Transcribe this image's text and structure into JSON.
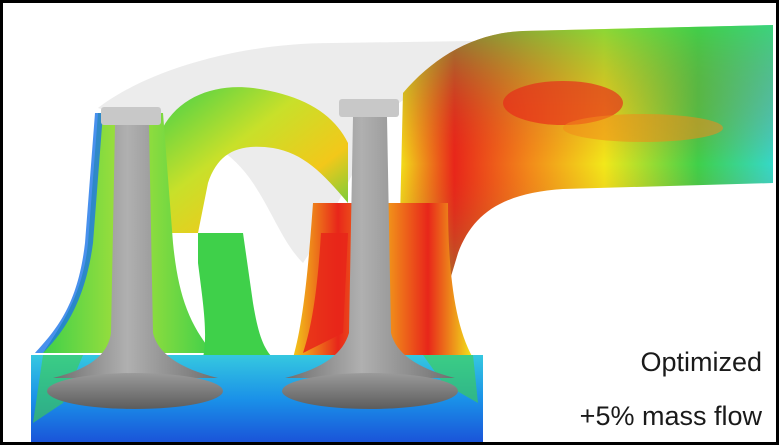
{
  "caption": {
    "line1": "Optimized",
    "line2": "+5% mass flow"
  },
  "colors": {
    "frame": "#000000",
    "background": "#ffffff",
    "valve": "#8c8c8c",
    "ghost_port": "#d9d9d9",
    "velocity_high": "#e8261a",
    "velocity_mid": "#f2e81a",
    "velocity_low_mid": "#3fd04a",
    "velocity_low": "#1a74e8",
    "caption_text": "#1a1a1a"
  },
  "image": {
    "subject": "cfd-velocity-field-intake-port",
    "colormap": "rainbow"
  }
}
